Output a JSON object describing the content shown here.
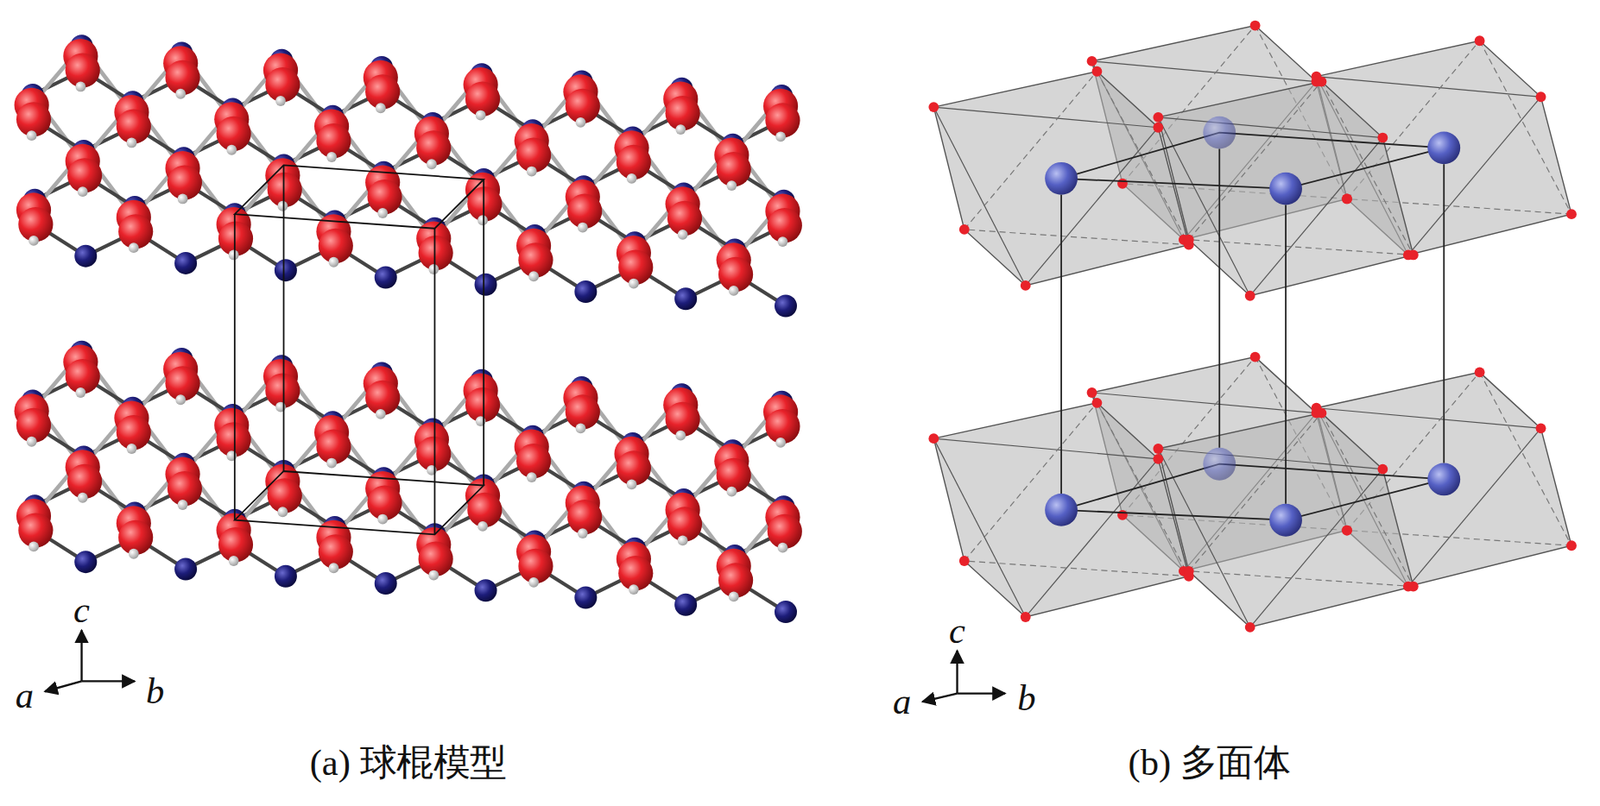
{
  "diagram": {
    "labels": [
      "(a) 球棍模型",
      "(b) 多面体",
      "c",
      "a",
      "b",
      "c",
      "a",
      "b"
    ]
  }
}
